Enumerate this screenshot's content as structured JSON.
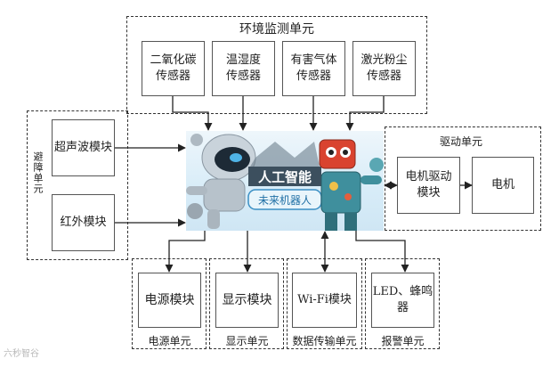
{
  "env_unit": {
    "title": "环境监测单元",
    "sensors": [
      {
        "label": "二氧化碳\n传感器"
      },
      {
        "label": "温湿度\n传感器"
      },
      {
        "label": "有害气体\n传感器"
      },
      {
        "label": "激光粉尘\n传感器"
      }
    ]
  },
  "obstacle_unit": {
    "title": "避障单元",
    "modules": [
      {
        "label": "超声波模块"
      },
      {
        "label": "红外模块"
      }
    ]
  },
  "drive_unit": {
    "title": "驱动单元",
    "motor_driver": "电机驱动\n模块",
    "motor": "电机"
  },
  "center": {
    "banner_title": "人工智能",
    "banner_subtitle": "未来机器人"
  },
  "bottom_units": [
    {
      "module": "电源模块",
      "unit": "电源单元"
    },
    {
      "module": "显示模块",
      "unit": "显示单元"
    },
    {
      "module": "Wi-Fi模块",
      "unit": "数据传输单元"
    },
    {
      "module": "LED、蜂鸣\n器",
      "unit": "报警单元"
    }
  ],
  "watermark": "六秒智谷",
  "colors": {
    "line": "#222222",
    "panel": "#d7ecf8",
    "banner": "#f2f2f2"
  }
}
